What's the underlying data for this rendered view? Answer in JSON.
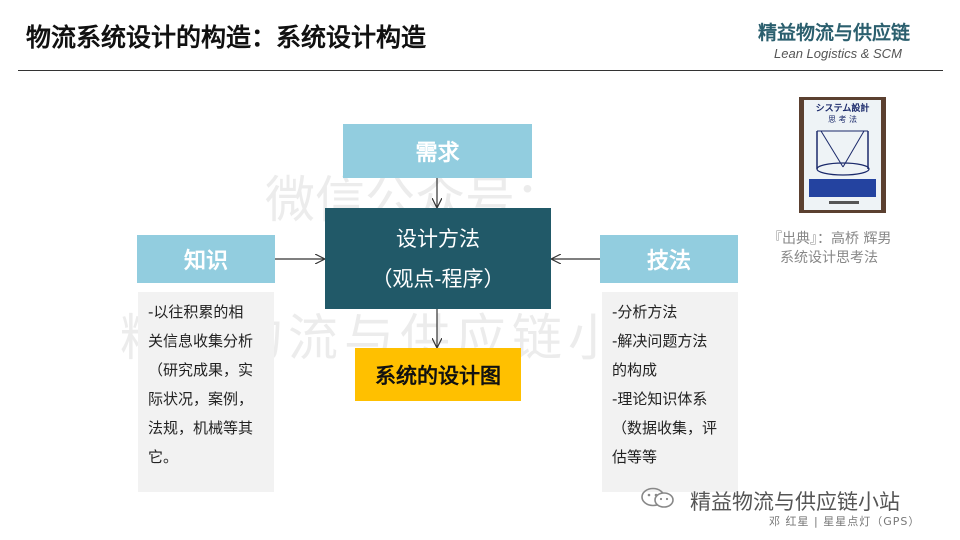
{
  "header": {
    "title": "物流系统设计的构造：系统设计构造",
    "brand_name": "精益物流与供应链",
    "brand_sub": "Lean Logistics & SCM"
  },
  "watermark": {
    "line1": "微信公众号：",
    "line2": "精益物流与供应链小站"
  },
  "diagram": {
    "demand": "需求",
    "knowledge": "知识",
    "technique": "技法",
    "method_line1": "设计方法",
    "method_line2": "（观点-程序）",
    "result": "系统的设计图",
    "knowledge_panel": [
      "-以往积累的相",
      "关信息收集分析",
      "（研究成果，实",
      "际状况，案例，",
      "法规，机械等其",
      "它。"
    ],
    "technique_panel": [
      "-分析方法",
      "-解决问题方法",
      "的构成",
      "-理论知识体系",
      "（数据收集，评",
      "估等等"
    ]
  },
  "source": {
    "book_title_line1": "システム設計",
    "book_title_line2": "思 考 法",
    "line1": "『出典』：高桥 辉男",
    "line2": "系统设计思考法"
  },
  "footer": {
    "channel_name": "精益物流与供应链小站",
    "author": "邓 红星 | 星星点灯（GPS）"
  },
  "colors": {
    "light_box": "#92cddf",
    "dark_box": "#215968",
    "result_box": "#ffc000",
    "panel_bg": "#f2f2f2"
  }
}
